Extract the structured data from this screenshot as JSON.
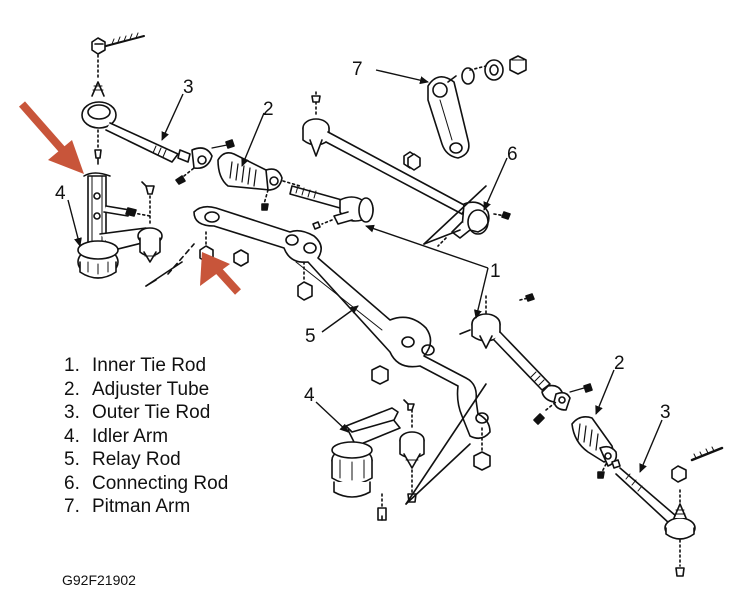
{
  "figure_code": "G92F21902",
  "legend": [
    {
      "number": "1.",
      "label": "Inner Tie Rod"
    },
    {
      "number": "2.",
      "label": "Adjuster Tube"
    },
    {
      "number": "3.",
      "label": "Outer Tie Rod"
    },
    {
      "number": "4.",
      "label": "Idler Arm"
    },
    {
      "number": "5.",
      "label": "Relay Rod"
    },
    {
      "number": "6.",
      "label": "Connecting Rod"
    },
    {
      "number": "7.",
      "label": "Pitman Arm"
    }
  ],
  "callouts": {
    "c1": "1",
    "c2_top": "2",
    "c2_bottom": "2",
    "c3_top": "3",
    "c3_bottom": "3",
    "c4_top": "4",
    "c4_bottom": "4",
    "c5": "5",
    "c6": "6",
    "c7": "7"
  },
  "colors": {
    "line_art": "#111111",
    "highlight_arrow": "#c8553a",
    "part_fill": "#e6e6e6"
  }
}
